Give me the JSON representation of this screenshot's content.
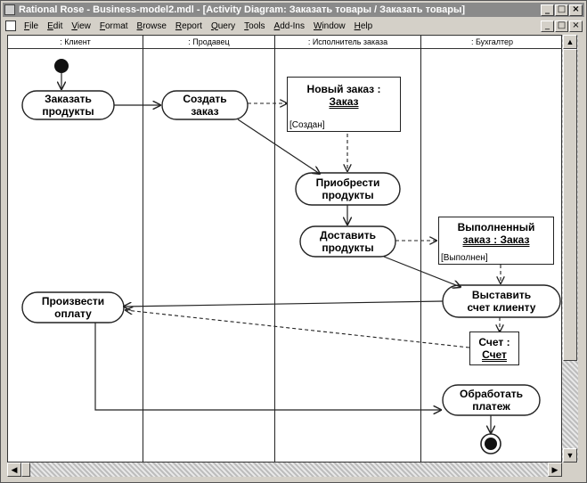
{
  "window": {
    "title": "Rational Rose - Business-model2.mdl - [Activity Diagram: Заказать товары / Заказать товары]",
    "buttons": [
      "_",
      "□",
      "×"
    ],
    "doc_buttons": [
      "_",
      "□",
      "×"
    ]
  },
  "menu": {
    "items": [
      "File",
      "Edit",
      "View",
      "Format",
      "Browse",
      "Report",
      "Query",
      "Tools",
      "Add-Ins",
      "Window",
      "Help"
    ]
  },
  "swimlanes": [
    {
      "label": ": Клиент"
    },
    {
      "label": ": Продавец"
    },
    {
      "label": ": Исполнитель заказа"
    },
    {
      "label": ": Бухгалтер"
    }
  ],
  "activities": {
    "order_products": "Заказать\nпродукты",
    "create_order": "Создать\nзаказ",
    "acquire_products": "Приобрести\nпродукты",
    "deliver_products": "Доставить\nпродукты",
    "issue_invoice": "Выставить\nсчет клиенту",
    "make_payment": "Произвести\nоплату",
    "process_payment": "Обработать\nплатеж"
  },
  "objects": {
    "new_order": {
      "name": "Новый заказ :",
      "class": "Заказ",
      "state": "[Создан]"
    },
    "completed_order": {
      "name": "Выполненный",
      "class": "заказ : Заказ",
      "state": "[Выполнен]"
    },
    "invoice": {
      "name": "Счет :",
      "class": "Счет",
      "state": ""
    }
  },
  "colors": {
    "title_bg": "#8a8a8a",
    "chrome": "#d4d0c8",
    "canvas": "#ffffff",
    "line": "#222222"
  }
}
